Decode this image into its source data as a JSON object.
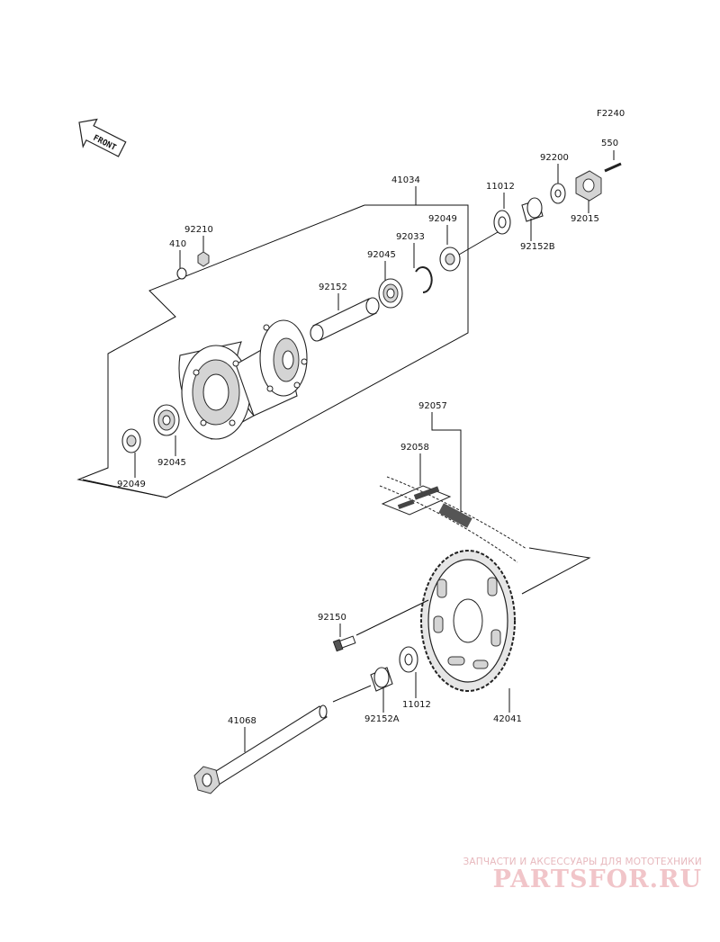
{
  "diagram": {
    "code": "F2240",
    "front_arrow_label": "FRONT",
    "parts": {
      "p550": "550",
      "p92200": "92200",
      "p92015": "92015",
      "p11012_top": "11012",
      "p92152B": "92152B",
      "p41034": "41034",
      "p92049_top": "92049",
      "p92033": "92033",
      "p92045_top": "92045",
      "p92152": "92152",
      "p92210": "92210",
      "p410": "410",
      "p92045_bottom": "92045",
      "p92049_bottom": "92049",
      "p92057": "92057",
      "p92058": "92058",
      "p92150": "92150",
      "p11012_bottom": "11012",
      "p92152A": "92152A",
      "p42041": "42041",
      "p41068": "41068"
    }
  },
  "watermark": {
    "tagline": "ЗАПЧАСТИ И АКСЕССУАРЫ ДЛЯ МОТОТЕХНИКИ",
    "logo": "PARTSFOR.RU"
  }
}
